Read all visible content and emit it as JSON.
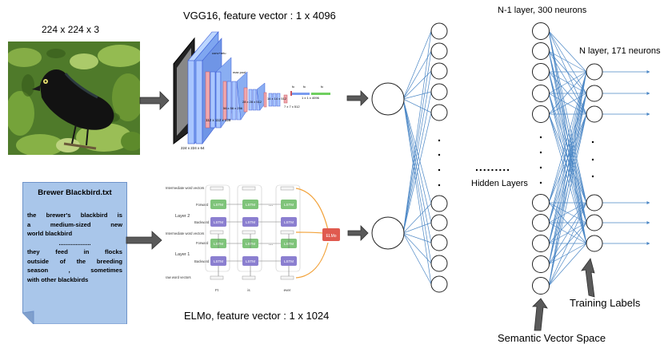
{
  "image_input": {
    "size_label": "224 x 224 x 3"
  },
  "text_input": {
    "filename": "Brewer Blackbird.txt",
    "lines": [
      "the brewer's blackbird is",
      "a medium-sized new",
      "world blackbird",
      "...................",
      "they feed in flocks",
      "outside of the breeding",
      "season , sometimes",
      "with other blackbirds"
    ]
  },
  "vgg": {
    "title": "VGG16, feature vector : 1 x 4096",
    "labels": [
      "224 x 224 x 64",
      "112 x 112 x 128",
      "56 x 56 x 256",
      "28 x 28 x 512",
      "14 x 14 x 512",
      "7 x 7 x 512",
      "1 x 1 x 4096",
      "conv+relu",
      "max pool",
      "fc",
      "fc",
      "fc"
    ]
  },
  "elmo": {
    "title": "ELMo, feature vector : 1 x 1024",
    "row_labels": [
      "Intermediate word vectors",
      "Layer 2",
      "Forward",
      "Backward",
      "Intermediate word vectors",
      "Layer 1",
      "Forward",
      "Backward",
      "raw word vectors"
    ],
    "cell_label": "LSTM",
    "output_label": "ELMo",
    "tokens": [
      "Ft",
      "is",
      "ever"
    ]
  },
  "network": {
    "hidden_layers_label": "Hidden Layers",
    "hidden_dots": ".........",
    "n_minus_1_label": "N-1 layer, 300 neurons",
    "n_label": "N layer, 171 neurons",
    "training_labels": "Training Labels",
    "semantic_space": "Semantic Vector Space"
  },
  "colors": {
    "connection": "#4a86c5",
    "arrow_fill": "#5a5a5a",
    "note_fill": "#a9c6ea",
    "note_stroke": "#6f93c9",
    "lstm_green": "#7fc47a",
    "lstm_purple": "#8b7fd0",
    "elmo_red": "#e05a4f"
  }
}
